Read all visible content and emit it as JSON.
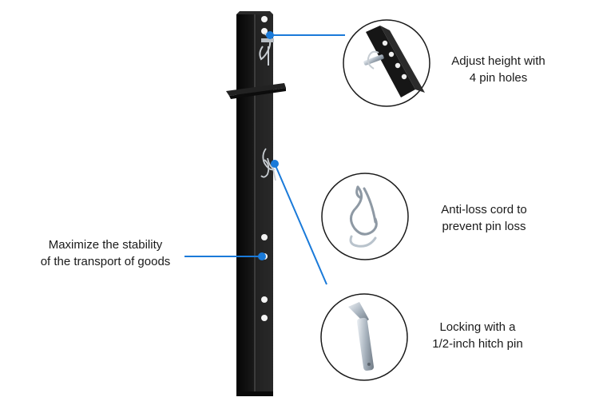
{
  "theme": {
    "accent": "#1a7ad9",
    "post": "#141414",
    "circle_border": "#1a1a1a"
  },
  "callouts": {
    "height": {
      "line1": "Adjust height with",
      "line2": "4 pin holes",
      "icon": "post-closeup-image"
    },
    "cord": {
      "line1": "Anti-loss cord to",
      "line2": "prevent pin loss",
      "icon": "hitch-clip-image"
    },
    "pin": {
      "line1": "Locking with a",
      "line2": "1/2-inch hitch pin",
      "icon": "hitch-pin-image"
    },
    "stability": {
      "line1": "Maximize the stability",
      "line2": "of the transport of goods"
    }
  }
}
